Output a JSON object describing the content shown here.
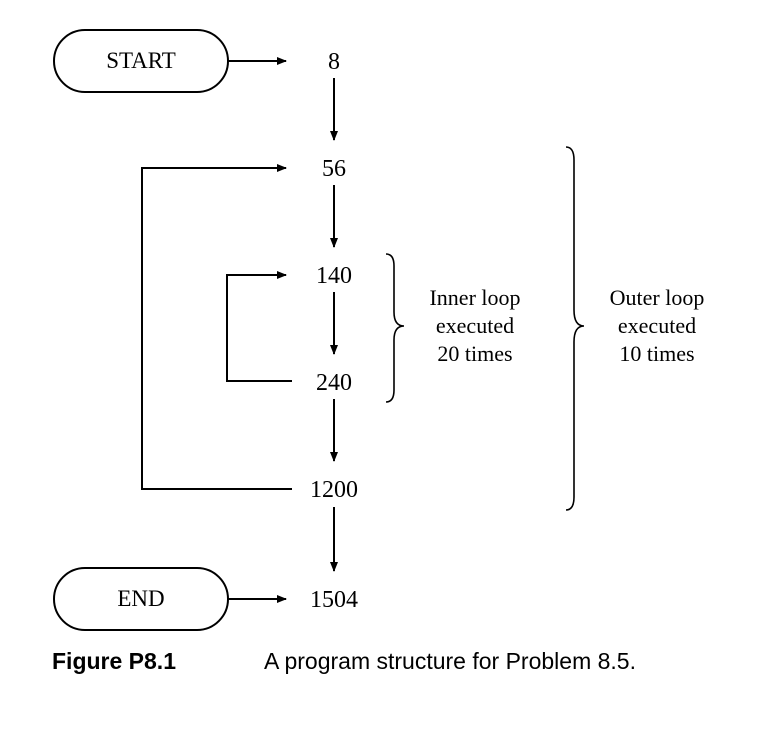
{
  "terminals": {
    "start": "START",
    "end": "END"
  },
  "nodes": {
    "n1": "8",
    "n2": "56",
    "n3": "140",
    "n4": "240",
    "n5": "1200",
    "n6": "1504"
  },
  "inner_loop": {
    "line1": "Inner loop",
    "line2": "executed",
    "line3": "20 times"
  },
  "outer_loop": {
    "line1": "Outer loop",
    "line2": "executed",
    "line3": "10 times"
  },
  "caption": {
    "figure_number": "Figure P8.1",
    "text": "A program structure for Problem 8.5."
  }
}
